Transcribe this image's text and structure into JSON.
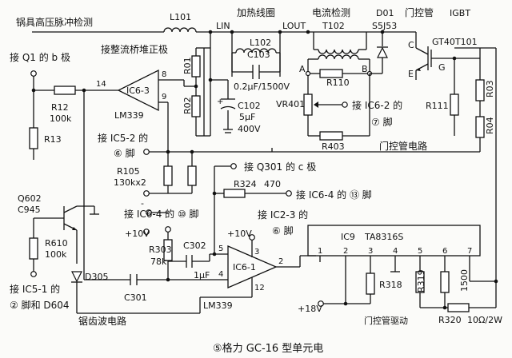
{
  "title": "⑤格力 GC-16 型单元电",
  "section_labels": {
    "pulse_detect": "锅具高压脉冲检测",
    "heating_coil": "加热线圈",
    "current_detect": "电流检测",
    "gate_tube": "门控管",
    "igbt": "IGBT",
    "to_bridge": "接整流桥堆正极",
    "gate_circuit": "门控管电路",
    "sawtooth": "锯齿波电路",
    "bottom_right": "门控管驱动"
  },
  "connections": {
    "q1_b": "接 Q1 的 b 极",
    "ic6_2_a": "接 IC6-2 的",
    "ic6_2_b": "⑦ 脚",
    "ic5_2_a": "接 IC5-2 的",
    "ic5_2_b": "⑥ 脚",
    "q301_c": "接 Q301 的 c 极",
    "ic6_4_13": "接 IC6-4 的 ⑬ 脚",
    "ic6_4_10": "接 IC6-4 的 ⑩ 脚",
    "ic2_3_a": "接 IC2-3 的",
    "ic2_3_b": "⑥ 脚",
    "ic5_1_a": "接 IC5-1 的",
    "ic5_1_b": "② 脚和 D604"
  },
  "components": {
    "L101": "L101",
    "L102": "L102",
    "C103": "C103",
    "C103_val": "0.2μF/1500V",
    "C102": "C102",
    "C102_val1": "5μF",
    "C102_val2": "400V",
    "LIN": "LIN",
    "LOUT": "LOUT",
    "T102": "T102",
    "D01": "D01",
    "D01_val": "S5J53",
    "GT40T101": "GT40T101",
    "R110": "R110",
    "VR401": "VR401",
    "R403": "R403",
    "R111": "R111",
    "R03": "R03",
    "R04": "R04",
    "R01": "R01",
    "R02": "R02",
    "R12": "R12",
    "R12_val": "100k",
    "R13": "R13",
    "IC6_3": "IC6-3",
    "LM339_top": "LM339",
    "R105": "R105",
    "R105_val": "130kx2",
    "R324": "R324",
    "R324_val": "470",
    "Q602": "Q602",
    "Q602_val": "C945",
    "R610": "R610",
    "R610_val": "100k",
    "D305": "D305",
    "C301": "C301",
    "plus10v_a": "+10V",
    "plus10v_b": "+10V",
    "R303": "R303",
    "R303_val": "78k",
    "C302": "C302",
    "C302_val": "1μF",
    "IC6_1": "IC6-1",
    "LM339_bot": "LM339",
    "IC9": "IC9",
    "TA8316S": "TA8316S",
    "R318": "R318",
    "R319": "R319",
    "R319_val": "1500",
    "plus18v": "+18V",
    "R320": "R320",
    "R320_val": "10Ω/2W"
  },
  "pins": {
    "ic63_14": "14",
    "ic63_8": "8",
    "ic63_9": "9",
    "ic61_5": "5",
    "ic61_4": "4",
    "ic61_3": "3",
    "ic61_2": "2",
    "ic61_12": "12",
    "ic9_1": "1",
    "ic9_2": "2",
    "ic9_3": "3",
    "ic9_4": "4",
    "ic9_5": "5",
    "ic9_6": "6",
    "ic9_7": "7",
    "A": "A",
    "B": "B",
    "C": "C",
    "E": "E",
    "G": "G",
    "minus": "-"
  }
}
